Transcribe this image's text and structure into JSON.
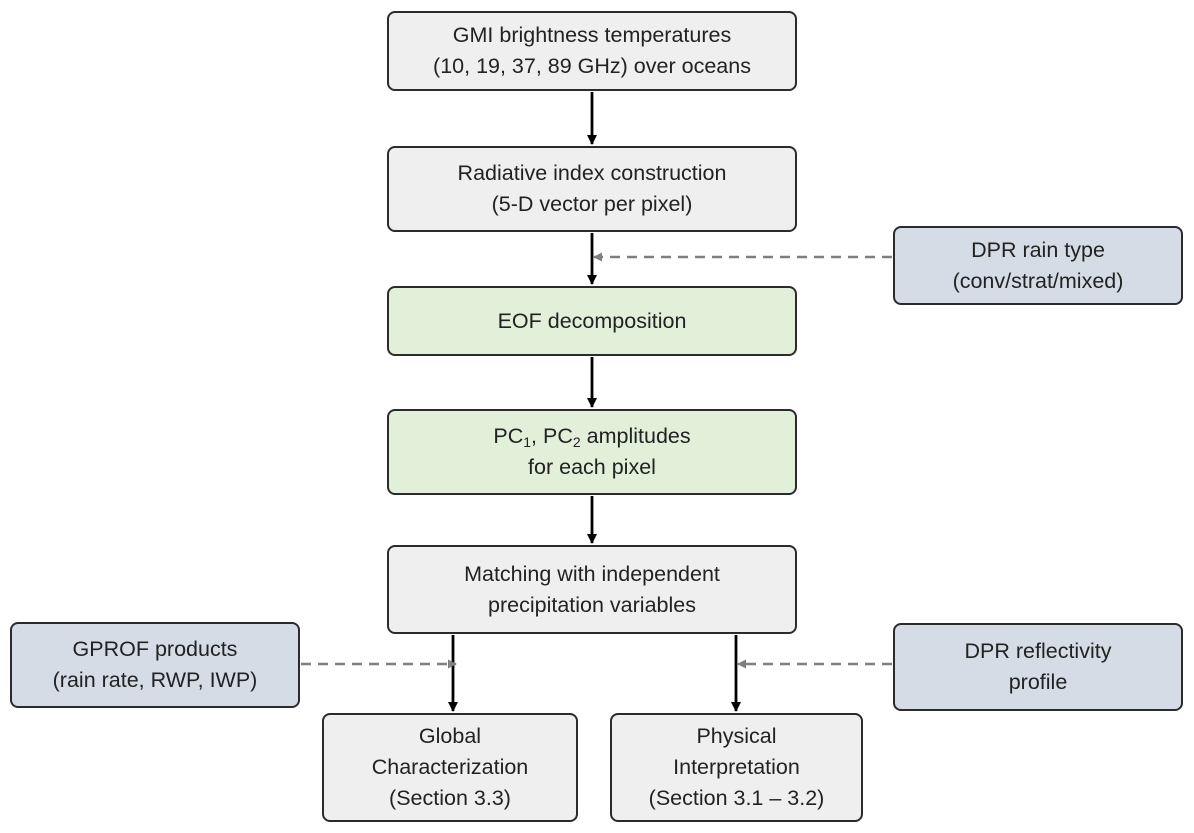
{
  "nodes": {
    "gmi_brightness": {
      "line1": "GMI brightness temperatures",
      "line2": "(10, 19, 37, 89 GHz) over oceans"
    },
    "radiative_index": {
      "line1": "Radiative index construction",
      "line2": "(5-D vector per pixel)"
    },
    "eof": {
      "line1": "EOF decomposition"
    },
    "pc_amplitudes": {
      "pc": "PC",
      "sub1": "1",
      "sep": ", PC",
      "sub2": "2",
      "rest": " amplitudes",
      "line2": "for each pixel"
    },
    "matching": {
      "line1": "Matching with independent",
      "line2": "precipitation variables"
    },
    "global": {
      "line1": "Global",
      "line2": "Characterization",
      "line3": "(Section 3.3)"
    },
    "physical": {
      "line1": "Physical",
      "line2": "Interpretation",
      "line3": "(Section 3.1 – 3.2)"
    }
  },
  "side_inputs": {
    "dpr_rain_type": {
      "line1": "DPR rain type",
      "line2": "(conv/strat/mixed)"
    },
    "gprof": {
      "line1": "GPROF products",
      "line2": "(rain rate, RWP, IWP)"
    },
    "dpr_reflectivity": {
      "line1": "DPR reflectivity",
      "line2": "profile"
    }
  },
  "colors": {
    "process_fill": "#efefef",
    "eof_fill": "#e2efd9",
    "input_fill": "#d6dce5",
    "solid_arrow": "#000000",
    "dashed_arrow": "#7f7f7f"
  }
}
